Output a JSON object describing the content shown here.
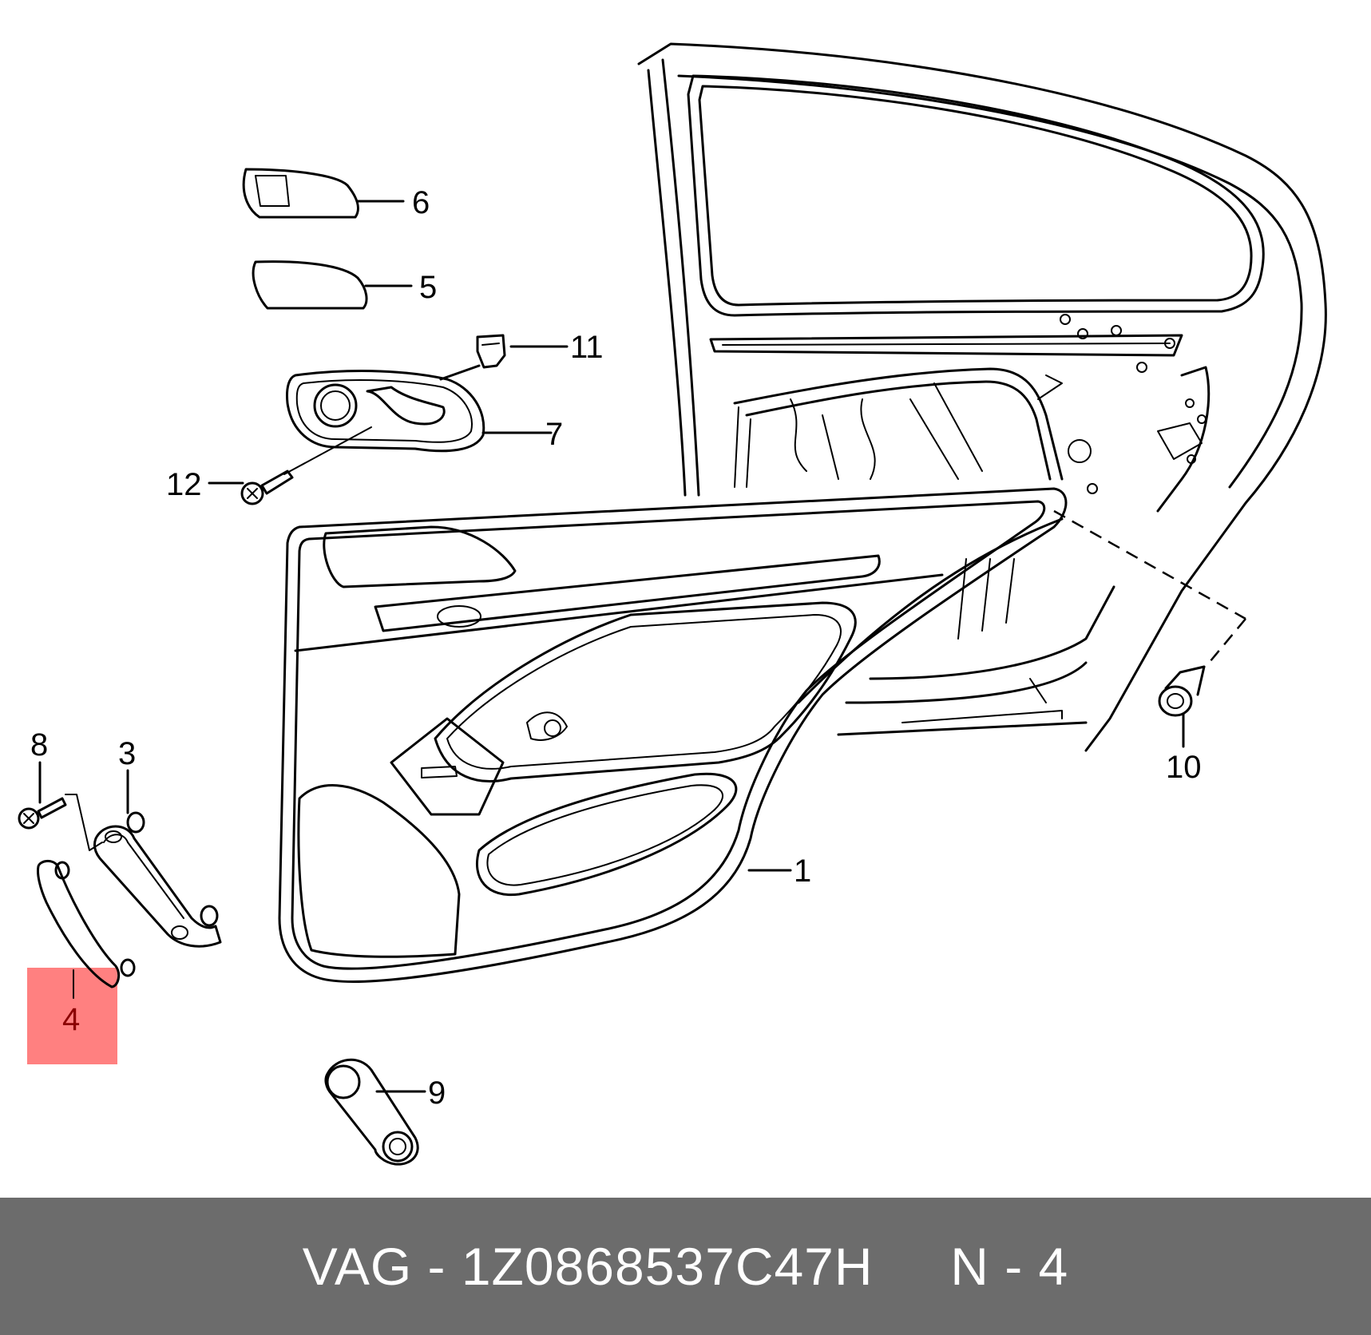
{
  "callouts": {
    "c1": "1",
    "c3": "3",
    "c4": "4",
    "c5": "5",
    "c6": "6",
    "c7": "7",
    "c8": "8",
    "c9": "9",
    "c10": "10",
    "c11": "11",
    "c12": "12"
  },
  "highlight": {
    "part": "4",
    "color": "#ff8080"
  },
  "caption": {
    "text": "VAG - 1Z0868537C47H     N - 4",
    "bar_color": "#6c6c6c",
    "text_color": "#ffffff"
  }
}
